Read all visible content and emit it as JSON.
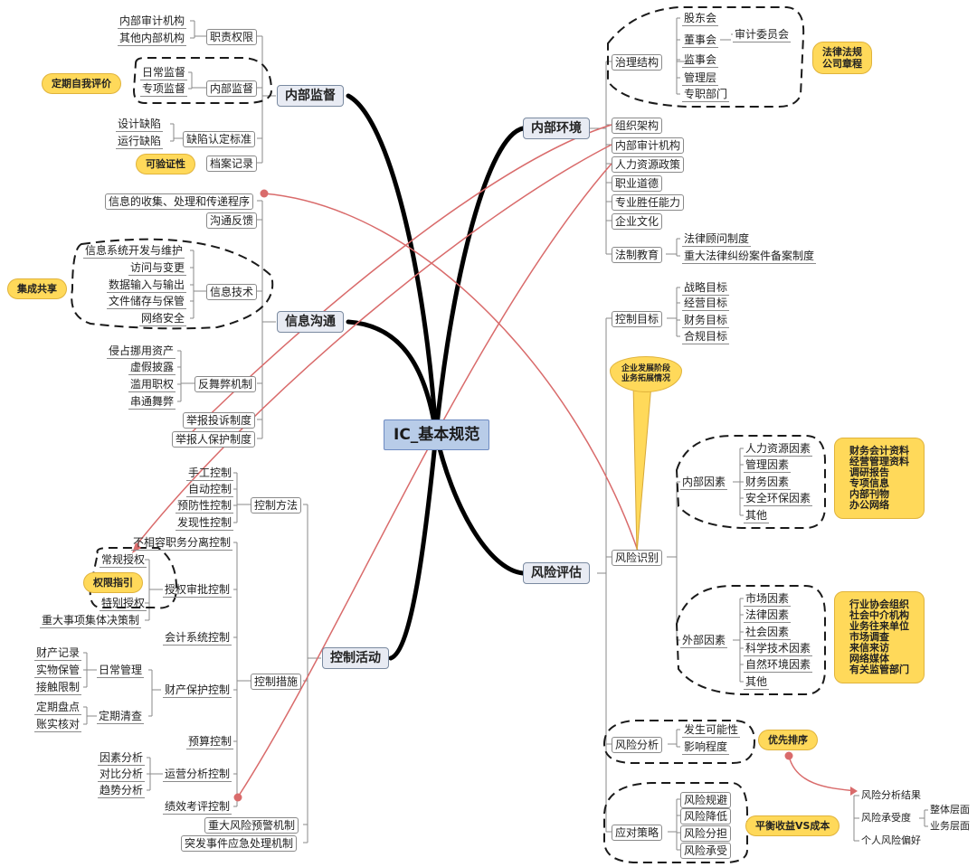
{
  "root": "IC_基本规范",
  "branches": {
    "internal_supervision": {
      "label": "内部监督",
      "duty": {
        "label": "职责权限",
        "items": [
          "内部审计机构",
          "其他内部机构"
        ]
      },
      "monitor": {
        "label": "内部监督",
        "items": [
          "日常监督",
          "专项监督"
        ],
        "note": "定期自我评价"
      },
      "defect": {
        "label": "缺陷认定标准",
        "items": [
          "设计缺陷",
          "运行缺陷"
        ]
      },
      "archive": {
        "label": "档案记录",
        "note": "可验证性"
      }
    },
    "info_comm": {
      "label": "信息沟通",
      "procedure": "信息的收集、处理和传递程序",
      "feedback": "沟通反馈",
      "tech": {
        "label": "信息技术",
        "items": [
          "信息系统开发与维护",
          "访问与变更",
          "数据输入与输出",
          "文件储存与保管",
          "网络安全"
        ],
        "note": "集成共享"
      },
      "anti_fraud": {
        "label": "反舞弊机制",
        "items": [
          "侵占挪用资产",
          "虚假披露",
          "滥用职权",
          "串通舞弊"
        ]
      },
      "report": "举报投诉制度",
      "protect": "举报人保护制度"
    },
    "control": {
      "label": "控制活动",
      "methods": {
        "label": "控制方法",
        "items": [
          "手工控制",
          "自动控制",
          "预防性控制",
          "发现性控制"
        ]
      },
      "measures": {
        "label": "控制措施",
        "separation": "不相容职务分离控制",
        "auth": {
          "label": "授权审批控制",
          "items": [
            "常规授权",
            "特别授权",
            "重大事项集体决策制"
          ],
          "note": "权限指引"
        },
        "accounting": "会计系统控制",
        "property": {
          "label": "财产保护控制",
          "daily": {
            "label": "日常管理",
            "items": [
              "财产记录",
              "实物保管",
              "接触限制"
            ]
          },
          "periodic": {
            "label": "定期清查",
            "items": [
              "定期盘点",
              "账实核对"
            ]
          }
        },
        "budget": "预算控制",
        "operation": {
          "label": "运营分析控制",
          "items": [
            "因素分析",
            "对比分析",
            "趋势分析"
          ]
        },
        "performance": "绩效考评控制"
      },
      "warning": "重大风险预警机制",
      "emergency": "突发事件应急处理机制"
    },
    "environment": {
      "label": "内部环境",
      "governance": {
        "label": "治理结构",
        "items": [
          "股东会",
          "董事会",
          "监事会",
          "管理层",
          "专职部门"
        ],
        "audit": "审计委员会",
        "note": [
          "法律法规",
          "公司章程"
        ]
      },
      "items": [
        "组织架构",
        "内部审计机构",
        "人力资源政策",
        "职业道德",
        "专业胜任能力",
        "企业文化"
      ],
      "legal": {
        "label": "法制教育",
        "items": [
          "法律顾问制度",
          "重大法律纠纷案件备案制度"
        ]
      }
    },
    "risk": {
      "label": "风险评估",
      "objectives": {
        "label": "控制目标",
        "items": [
          "战略目标",
          "经营目标",
          "财务目标",
          "合规目标"
        ]
      },
      "stage_note": [
        "企业发展阶段",
        "业务拓展情况"
      ],
      "identify": {
        "label": "风险识别",
        "internal": {
          "label": "内部因素",
          "items": [
            "人力资源因素",
            "管理因素",
            "财务因素",
            "安全环保因素",
            "其他"
          ],
          "note": [
            "财务会计资料",
            "经营管理资料",
            "调研报告",
            "专项信息",
            "内部刊物",
            "办公网络"
          ]
        },
        "external": {
          "label": "外部因素",
          "items": [
            "市场因素",
            "法律因素",
            "社会因素",
            "科学技术因素",
            "自然环境因素",
            "其他"
          ],
          "note": [
            "行业协会组织",
            "社会中介机构",
            "业务往来单位",
            "市场调查",
            "来信来访",
            "网络媒体",
            "有关监管部门"
          ]
        }
      },
      "analysis": {
        "label": "风险分析",
        "items": [
          "发生可能性",
          "影响程度"
        ],
        "note": "优先排序"
      },
      "strategy": {
        "label": "应对策略",
        "items": [
          "风险规避",
          "风险降低",
          "风险分担",
          "风险承受"
        ],
        "note": "平衡收益VS成本"
      },
      "result": {
        "items": [
          "风险分析结果",
          "风险承受度",
          "个人风险偏好"
        ],
        "levels": [
          "整体层面",
          "业务层面"
        ]
      }
    }
  },
  "colors": {
    "thick": "#000000",
    "connector": "#d96b6b",
    "note": "#ffd95a",
    "thin": "#8a8a8a"
  }
}
